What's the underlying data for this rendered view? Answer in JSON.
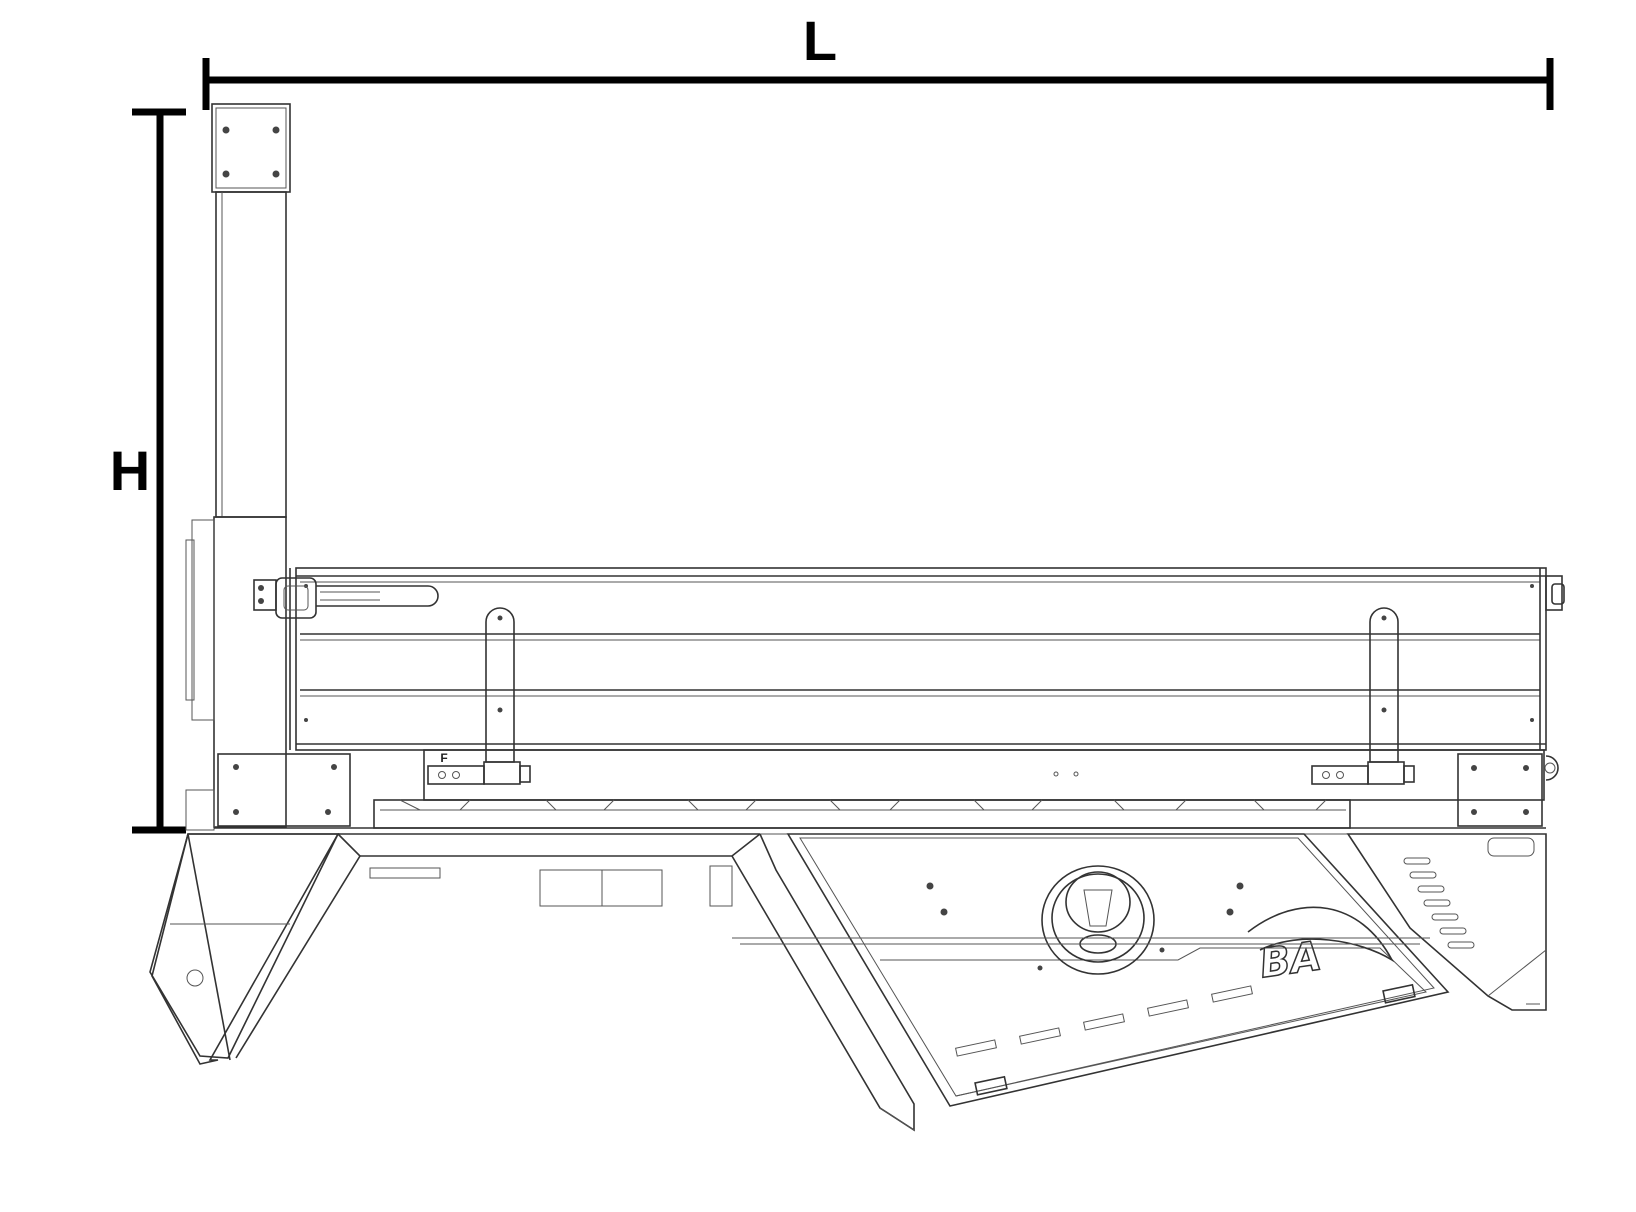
{
  "dimensions": {
    "length_label": "L",
    "height_label": "H"
  },
  "markings": {
    "front_marker": "F",
    "logo_text": "BA"
  }
}
